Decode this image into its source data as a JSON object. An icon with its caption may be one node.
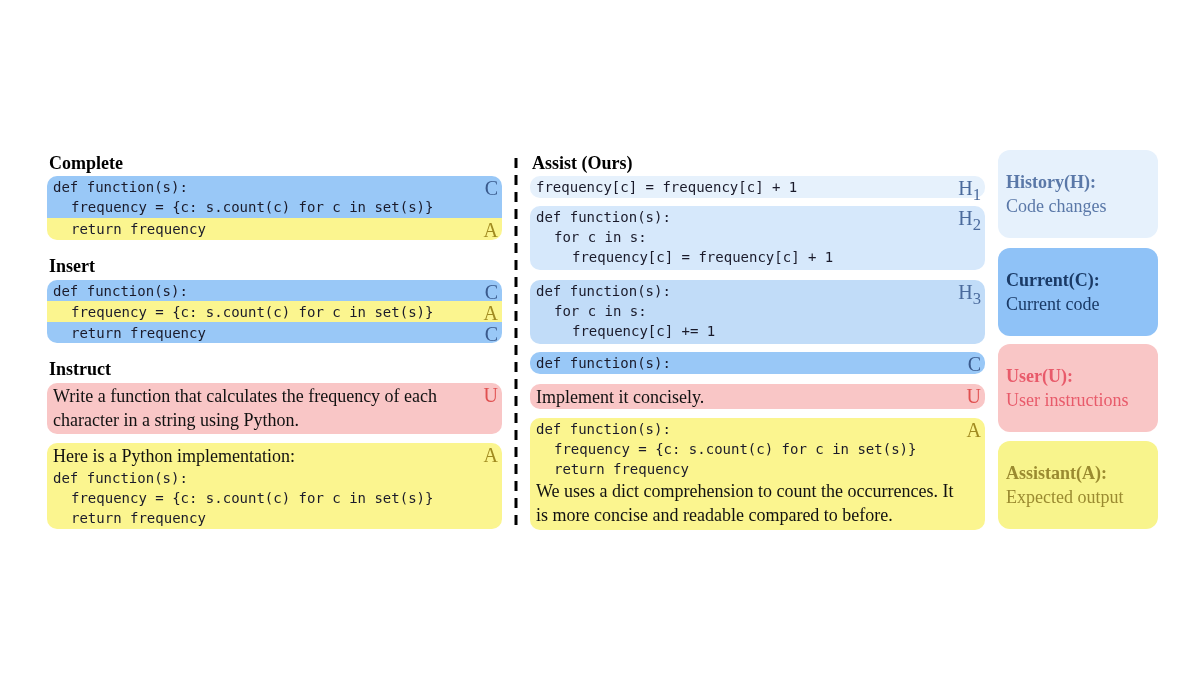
{
  "diagram": {
    "nodes": [
      {
        "text": [
          "def function(s):",
          "frequency = {c: s.count(c) for c in set(s)}",
          "C"
        ]
      },
      {
        "text": [
          "return frequency",
          "A"
        ]
      },
      {
        "text": [
          "def function(s):",
          "C"
        ]
      },
      {
        "text": [
          "frequency = {c: s.count(c) for c in set(s)}",
          "A"
        ]
      },
      {
        "text": [
          "return frequency",
          "C"
        ]
      },
      {
        "text": [
          "Write a function that calculates the frequency of each character in a string using Python.",
          "U"
        ]
      },
      {
        "text": [
          "Here is a Python implementation:",
          "def function(s):",
          "frequency = {c: s.count(c) for c in set(s)}",
          "return frequency",
          "A"
        ]
      },
      {
        "text": [
          "frequency[c] = frequency[c] + 1",
          "H$_{1}$"
        ]
      },
      {
        "text": [
          "def function(s):",
          "for c in s:",
          "frequency[c] = frequency[c] + 1",
          "H$_{2}$"
        ]
      },
      {
        "text": [
          "def function(s):",
          "for c in s:",
          "frequency[c] += 1",
          "H$_{3}$"
        ]
      },
      {
        "text": [
          "def function(s):",
          "C"
        ]
      },
      {
        "text": [
          "Implement it concisely.",
          "U"
        ]
      },
      {
        "text": [
          "def function(s):",
          "frequency = {c: s.count(c) for c in set(s)}",
          "return frequency",
          "We uses a dict comprehension to count the occurrences. It is more concise and readable compared to before.",
          "A"
        ]
      },
      {
        "text": [
          "History(H):",
          "Code changes"
        ]
      },
      {
        "text": [
          "Current(C):",
          "Current code"
        ]
      },
      {
        "text": [
          "User(U):",
          "User instructions"
        ]
      },
      {
        "text": [
          "Assistant(A):",
          "Expected output"
        ]
      }
    ],
    "labels": [
      "Complete",
      "Insert",
      "Instruct",
      "Assist (Ours)"
    ]
  }
}
